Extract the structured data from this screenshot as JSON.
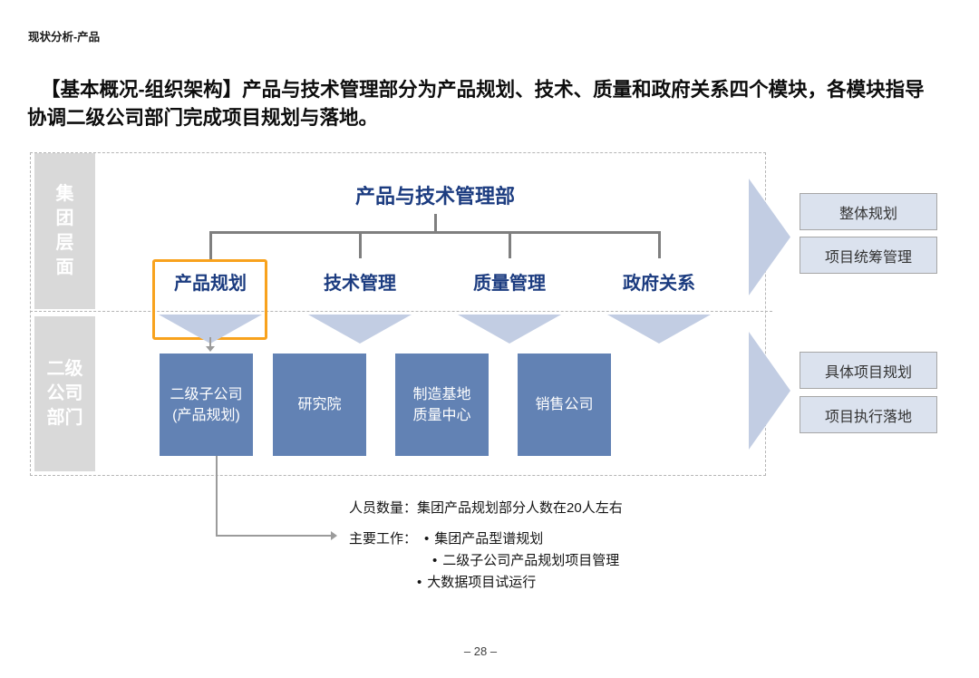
{
  "page": {
    "tag": "现状分析-产品",
    "page_number": "– 28 –"
  },
  "headline": {
    "line1": "【基本概况-组织架构】产品与技术管理部分为产品规划、技术、质量和政府关系四个模块，各模块指导",
    "line2": "协调二级公司部门完成项目规划与落地。"
  },
  "colors": {
    "navy_text": "#1c3c80",
    "unit_box_blue": "#6282b4",
    "light_blue_shape": "#c2cde3",
    "highlight_orange": "#f8a21d",
    "sidebar_gray": "#d9d9d9",
    "role_box_fill": "#dbe2ee",
    "connector_gray": "#7f7f7f"
  },
  "diagram": {
    "group_band_label": "集团层面",
    "sub_band_label": "二级公司部门",
    "dept_title": "产品与技术管理部",
    "modules": [
      {
        "label": "产品规划",
        "highlighted": true
      },
      {
        "label": "技术管理",
        "highlighted": false
      },
      {
        "label": "质量管理",
        "highlighted": false
      },
      {
        "label": "政府关系",
        "highlighted": false
      }
    ],
    "sub_units": [
      {
        "line1": "二级子公司",
        "line2": "(产品规划)"
      },
      {
        "line1": "研究院"
      },
      {
        "line1": "制造基地",
        "line2": "质量中心"
      },
      {
        "line1": "销售公司"
      }
    ],
    "group_roles": [
      "整体规划",
      "项目统筹管理"
    ],
    "sub_roles": [
      "具体项目规划",
      "项目执行落地"
    ]
  },
  "notes": {
    "staff_label": "人员数量：",
    "staff_value": "集团产品规划部分人数在20人左右",
    "work_label": "主要工作：",
    "bullet_char": "•",
    "bullets": [
      "集团产品型谱规划",
      "二级子公司产品规划项目管理",
      "大数据项目试运行"
    ]
  }
}
